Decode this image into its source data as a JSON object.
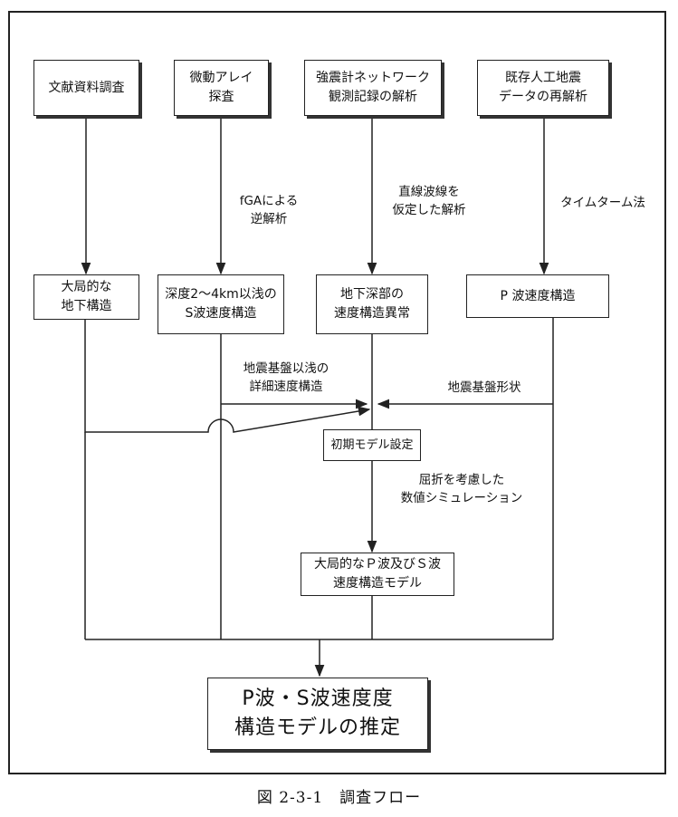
{
  "top_boxes": {
    "literature": "文献資料調査",
    "microtremor": "微動アレイ\n探査",
    "strong_motion": "強震計ネットワーク\n観測記録の解析",
    "artificial_quake": "既存人工地震\nデータの再解析"
  },
  "methods": {
    "fga": "fGAによる\n逆解析",
    "straight_ray": "直線波線を\n仮定した解析",
    "time_term": "タイムターム法"
  },
  "mid_boxes": {
    "global_structure": "大局的な\n地下構造",
    "s_wave_shallow": "深度2～4km以浅の\nS波速度構造",
    "deep_anomaly": "地下深部の\n速度構造異常",
    "p_wave": "P 波速度構造"
  },
  "flow_labels": {
    "detailed_shallow": "地震基盤以浅の\n詳細速度構造",
    "basement_shape": "地震基盤形状",
    "refraction_sim": "屈折を考慮した\n数値シミュレーション"
  },
  "initial_model": "初期モデル設定",
  "ps_model": "大局的なＰ波及びＳ波\n速度構造モデル",
  "final": "P波・S波速度度\n構造モデルの推定",
  "caption": "図 2-3-1　調査フロー"
}
